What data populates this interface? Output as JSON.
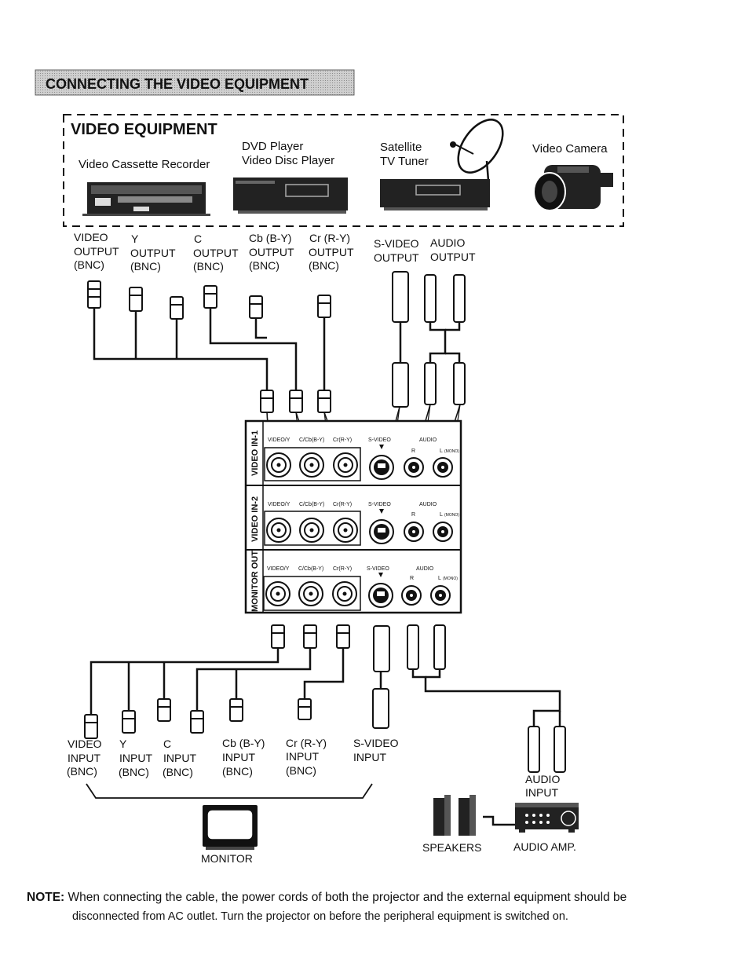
{
  "header": {
    "title": "CONNECTING THE VIDEO EQUIPMENT"
  },
  "equipment_box": {
    "title": "VIDEO EQUIPMENT",
    "devices": {
      "vcr": "Video Cassette Recorder",
      "dvd": [
        "DVD Player",
        "Video Disc Player"
      ],
      "sat": [
        "Satellite",
        "TV Tuner"
      ],
      "cam": "Video Camera"
    }
  },
  "source_outputs": [
    [
      "VIDEO",
      "OUTPUT",
      "(BNC)"
    ],
    [
      "Y",
      "OUTPUT",
      "(BNC)"
    ],
    [
      "C",
      "OUTPUT",
      "(BNC)"
    ],
    [
      "Cb (B-Y)",
      "OUTPUT",
      "(BNC)"
    ],
    [
      "Cr (R-Y)",
      "OUTPUT",
      "(BNC)"
    ],
    [
      "S-VIDEO",
      "OUTPUT"
    ],
    [
      "AUDIO",
      "OUTPUT"
    ]
  ],
  "panel": {
    "rows": [
      "VIDEO IN-1",
      "VIDEO IN-2",
      "MONITOR OUT"
    ],
    "jack_labels": [
      "VIDEO/Y",
      "C/Cb(B-Y)",
      "Cr(R-Y)",
      "S-VIDEO",
      "AUDIO",
      "R",
      "L",
      "(MONO)"
    ]
  },
  "monitor_inputs": [
    [
      "VIDEO",
      "INPUT",
      "(BNC)"
    ],
    [
      "Y",
      "INPUT",
      "(BNC)"
    ],
    [
      "C",
      "INPUT",
      "(BNC)"
    ],
    [
      "Cb (B-Y)",
      "INPUT",
      "(BNC)"
    ],
    [
      "Cr (R-Y)",
      "INPUT",
      "(BNC)"
    ],
    [
      "S-VIDEO",
      "INPUT"
    ]
  ],
  "audio_input": [
    "AUDIO",
    "INPUT"
  ],
  "bottom_devices": {
    "monitor": "MONITOR",
    "speakers": "SPEAKERS",
    "amp": "AUDIO AMP."
  },
  "note": {
    "label": "NOTE:",
    "line1": "When connecting the cable, the power cords of both the projector and the external equipment should be",
    "line2": "disconnected from AC outlet. Turn the projector on before the peripheral equipment is switched on."
  }
}
